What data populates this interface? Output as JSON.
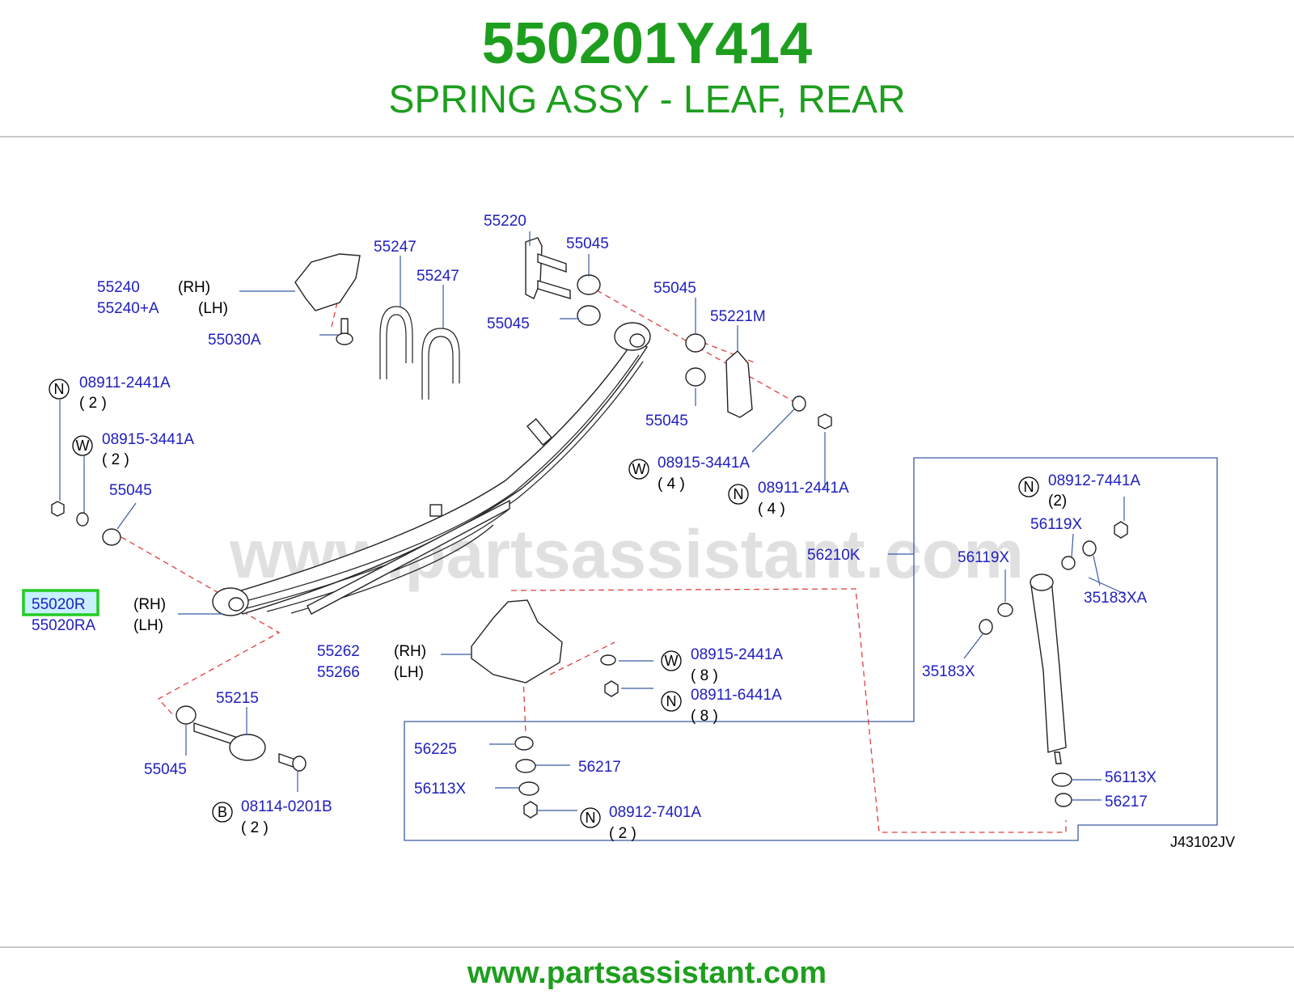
{
  "header": {
    "part_number": "550201Y414",
    "title": "SPRING ASSY - LEAF, REAR"
  },
  "diagram": {
    "watermark": "www.partsassistant.com",
    "reference_code": "J43102JV",
    "highlighted_part": "55020R",
    "labels": {
      "l55220": "55220",
      "l55045_a": "55045",
      "l55247_a": "55247",
      "l55247_b": "55247",
      "l55240": "55240",
      "l55240_rh": "(RH)",
      "l55240a": "55240+A",
      "l55240a_lh": "(LH)",
      "l55030a": "55030A",
      "l55045_b": "55045",
      "l55045_c": "55045",
      "l55221m": "55221M",
      "l55045_d": "55045",
      "l08911_2441a_left": "08911-2441A",
      "q08911_left": "( 2 )",
      "l08915_3441a_left": "08915-3441A",
      "q08915_left": "( 2 )",
      "l55045_e": "55045",
      "l08915_3441a_right": "08915-3441A",
      "q08915_right": "( 4 )",
      "l08911_2441a_right": "08911-2441A",
      "q08911_right": "( 4 )",
      "l08912_7441a": "08912-7441A",
      "q08912_7441a": "(2)",
      "l56119x_a": "56119X",
      "l56210k": "56210K",
      "l56119x_b": "56119X",
      "l35183xa": "35183XA",
      "l55020r": "55020R",
      "l55020r_rh": "(RH)",
      "l55020ra": "55020RA",
      "l55020ra_lh": "(LH)",
      "l55262": "55262",
      "l55262_rh": "(RH)",
      "l55266": "55266",
      "l55266_lh": "(LH)",
      "l08915_2441a": "08915-2441A",
      "q08915_2441a": "( 8 )",
      "l08911_6441a": "08911-6441A",
      "q08911_6441a": "( 8 )",
      "l35183x": "35183X",
      "l55215": "55215",
      "l55045_f": "55045",
      "l08114_0201b": "08114-0201B",
      "q08114_0201b": "( 2 )",
      "l56225": "56225",
      "l56217_a": "56217",
      "l56113x_a": "56113X",
      "l08912_7401a": "08912-7401A",
      "q08912_7401a": "( 2 )",
      "l56113x_b": "56113X",
      "l56217_b": "56217"
    },
    "badges": {
      "n1": "N",
      "w1": "W",
      "w2": "W",
      "n2": "N",
      "n3": "N",
      "w3": "W",
      "n4": "N",
      "b1": "B",
      "n5": "N"
    },
    "colors": {
      "label": "#2020c0",
      "highlight_box": "#22cc22",
      "highlight_fill": "#c8f0ff",
      "leader": "#3a5aa0",
      "dashed": "#e04040",
      "brand": "#1e9e1e"
    }
  },
  "footer": {
    "url": "www.partsassistant.com"
  }
}
